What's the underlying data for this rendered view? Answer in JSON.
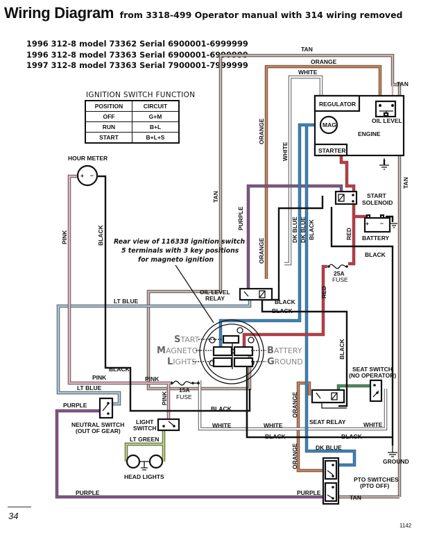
{
  "header": {
    "title": "Wiring Diagram",
    "subtitle": "from  3318-499  Operator manual with 314 wiring removed"
  },
  "models": [
    "1996 312-8 model 73362 Serial 6900001-6999999",
    "1996 312-8 model 73363 Serial 6900001-6999999",
    "1997 312-8 model 73363 Serial 7900001-7999999"
  ],
  "ignition_table": {
    "title": "IGNITION  SWITCH  FUNCTION",
    "headers": [
      "POSITION",
      "CIRCUIT"
    ],
    "rows": [
      [
        "OFF",
        "G+M"
      ],
      [
        "RUN",
        "B+L"
      ],
      [
        "START",
        "B+L+S"
      ]
    ]
  },
  "note": {
    "line1": "Rear view of 116338 ignition switch",
    "line2": "5 terminals with 3 key positions",
    "line3": "for magneto ignition"
  },
  "components": {
    "hour_meter": "HOUR METER",
    "hour_meter_plus": "+",
    "hour_meter_minus": "−",
    "regulator": "REGULATOR",
    "mag": "MAG",
    "engine": "ENGINE",
    "starter": "STARTER",
    "oil_level": "OIL LEVEL",
    "start_solenoid_1": "START",
    "start_solenoid_2": "SOLENOID",
    "battery": "BATTERY",
    "battery_plus": "+",
    "battery_minus": "−",
    "fuse_25_1": "25A",
    "fuse_25_2": "FUSE",
    "oil_relay_1": "OIL LEVEL",
    "oil_relay_2": "RELAY",
    "fuse_15_1": "15A",
    "fuse_15_2": "FUSE",
    "seat_switch_1": "SEAT SWITCH",
    "seat_switch_2": "(NO OPERATOR)",
    "seat_relay": "SEAT RELAY",
    "neutral_switch_1": "NEUTRAL SWITCH",
    "neutral_switch_2": "(OUT OF GEAR)",
    "light_switch_1": "LIGHT",
    "light_switch_2": "SWITCH",
    "head_lights": "HEAD LIGHTS",
    "ground": "GROUND",
    "pto_switches_1": "PTO SWITCHES",
    "pto_switches_2": "(PTO OFF)"
  },
  "ignition_terminals": {
    "start_cap": "S",
    "start_rest": "TART",
    "magneto_cap": "M",
    "magneto_rest": "AGNETO",
    "lights_cap": "L",
    "lights_rest": "IGHTS",
    "battery_cap": "B",
    "battery_rest": "ATTERY",
    "ground_cap": "G",
    "ground_rest": "ROUND"
  },
  "wire_labels": {
    "tan": "TAN",
    "orange": "ORANGE",
    "white": "WHITE",
    "pink": "PINK",
    "black": "BLACK",
    "purple": "PURPLE",
    "dk_blue": "DK BLUE",
    "red": "RED",
    "lt_blue": "LT BLUE",
    "lt_green": "LT GREEN"
  },
  "wire_colors": {
    "tan": "#c9b4ad",
    "orange": "#d9804a",
    "white": "#ffffff",
    "pink": "#e8b6c2",
    "black": "#111111",
    "purple": "#8a4f92",
    "dk_blue": "#2f86c5",
    "red": "#d03340",
    "lt_blue": "#a9cbe0",
    "lt_green": "#bcd56a",
    "green": "#3d9a4c"
  },
  "footer": {
    "page_number": "34",
    "figure_code": "1142"
  }
}
